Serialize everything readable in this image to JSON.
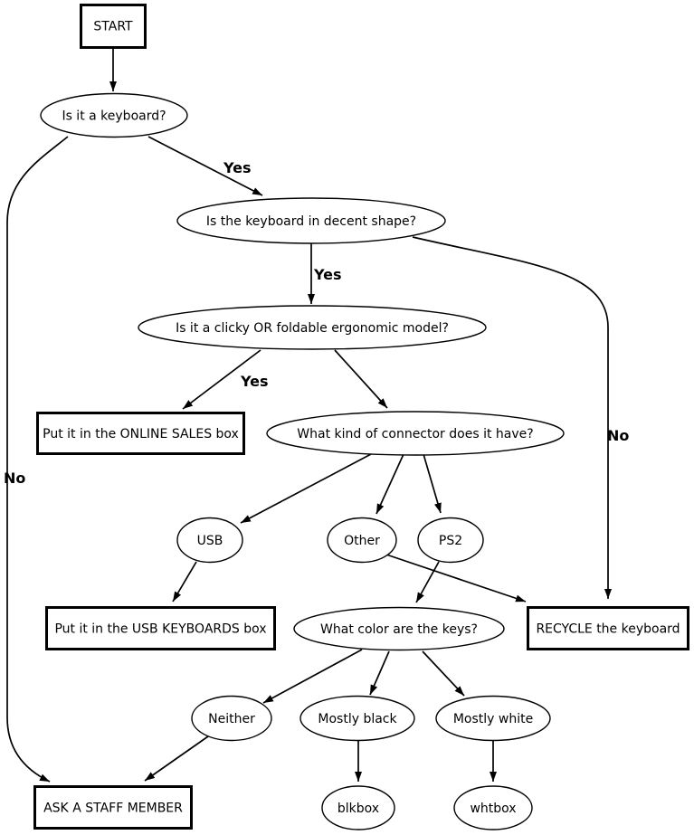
{
  "diagram": {
    "type": "flowchart",
    "background_color": "#ffffff",
    "stroke_color": "#000000",
    "nodes": {
      "start": {
        "label": "START",
        "shape": "box"
      },
      "is_keyboard": {
        "label": "Is it a keyboard?",
        "shape": "ellipse"
      },
      "decent_shape": {
        "label": "Is the keyboard in decent shape?",
        "shape": "ellipse"
      },
      "clicky_model": {
        "label": "Is it a clicky OR foldable ergonomic model?",
        "shape": "ellipse"
      },
      "online_sales": {
        "label": "Put it in the ONLINE SALES box",
        "shape": "box"
      },
      "connector": {
        "label": "What kind of connector does it have?",
        "shape": "ellipse"
      },
      "usb": {
        "label": "USB",
        "shape": "ellipse"
      },
      "other": {
        "label": "Other",
        "shape": "ellipse"
      },
      "ps2": {
        "label": "PS2",
        "shape": "ellipse"
      },
      "usb_keyboards": {
        "label": "Put it in the USB KEYBOARDS box",
        "shape": "box"
      },
      "recycle": {
        "label": "RECYCLE the keyboard",
        "shape": "box"
      },
      "what_color": {
        "label": "What color are the keys?",
        "shape": "ellipse"
      },
      "neither": {
        "label": "Neither",
        "shape": "ellipse"
      },
      "mostly_black": {
        "label": "Mostly black",
        "shape": "ellipse"
      },
      "mostly_white": {
        "label": "Mostly white",
        "shape": "ellipse"
      },
      "ask_staff": {
        "label": "ASK A STAFF MEMBER",
        "shape": "box"
      },
      "blkbox": {
        "label": "blkbox",
        "shape": "ellipse"
      },
      "whtbox": {
        "label": "whtbox",
        "shape": "ellipse"
      }
    },
    "edge_labels": {
      "is_keyboard_yes": "Yes",
      "is_keyboard_no": "No",
      "decent_yes": "Yes",
      "decent_no": "No",
      "clicky_yes": "Yes"
    },
    "edges": [
      {
        "from": "start",
        "to": "is_keyboard",
        "label": ""
      },
      {
        "from": "is_keyboard",
        "to": "decent_shape",
        "label": "Yes"
      },
      {
        "from": "is_keyboard",
        "to": "ask_staff",
        "label": "No"
      },
      {
        "from": "decent_shape",
        "to": "clicky_model",
        "label": "Yes"
      },
      {
        "from": "decent_shape",
        "to": "recycle",
        "label": "No"
      },
      {
        "from": "clicky_model",
        "to": "online_sales",
        "label": "Yes"
      },
      {
        "from": "clicky_model",
        "to": "connector",
        "label": ""
      },
      {
        "from": "connector",
        "to": "usb",
        "label": ""
      },
      {
        "from": "connector",
        "to": "other",
        "label": ""
      },
      {
        "from": "connector",
        "to": "ps2",
        "label": ""
      },
      {
        "from": "usb",
        "to": "usb_keyboards",
        "label": ""
      },
      {
        "from": "other",
        "to": "recycle",
        "label": ""
      },
      {
        "from": "ps2",
        "to": "what_color",
        "label": ""
      },
      {
        "from": "what_color",
        "to": "neither",
        "label": ""
      },
      {
        "from": "what_color",
        "to": "mostly_black",
        "label": ""
      },
      {
        "from": "what_color",
        "to": "mostly_white",
        "label": ""
      },
      {
        "from": "neither",
        "to": "ask_staff",
        "label": ""
      },
      {
        "from": "mostly_black",
        "to": "blkbox",
        "label": ""
      },
      {
        "from": "mostly_white",
        "to": "whtbox",
        "label": ""
      }
    ]
  }
}
